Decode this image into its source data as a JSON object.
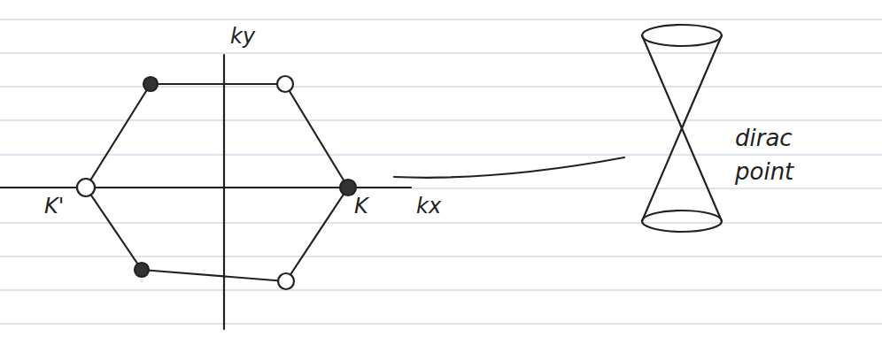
{
  "diagram": {
    "labels": [
      "ky",
      "dirac point",
      "K'",
      "K",
      "kx"
    ]
  }
}
